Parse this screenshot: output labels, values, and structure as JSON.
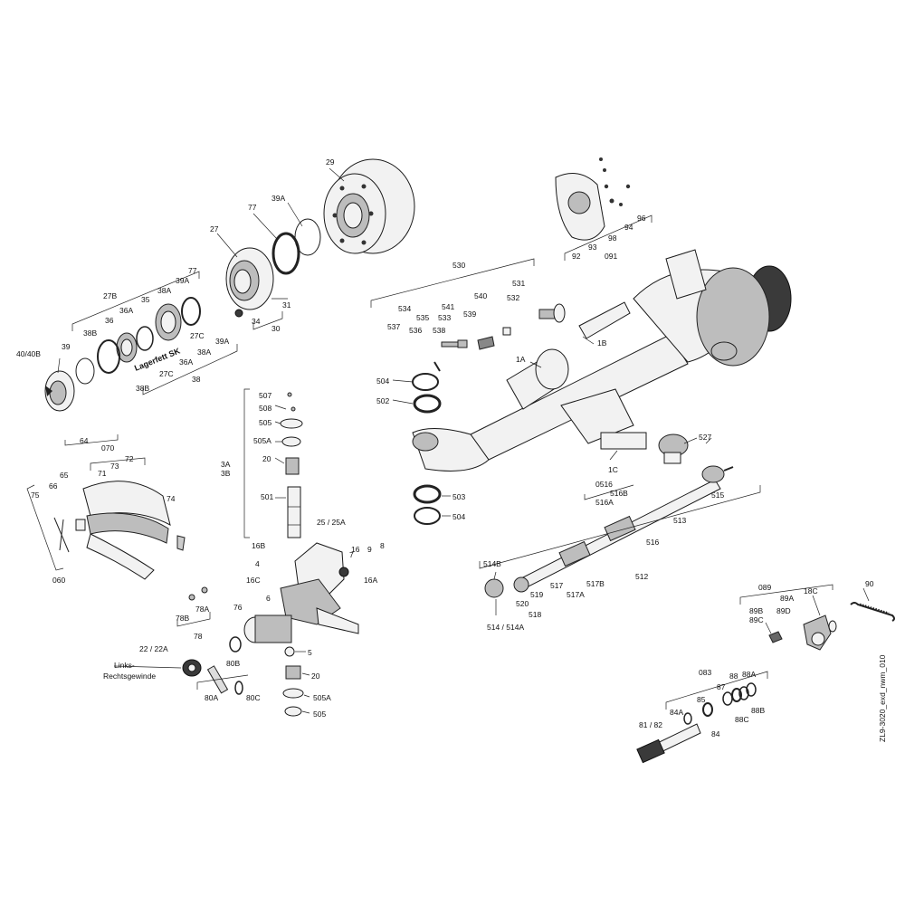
{
  "drawing_id": "ZL9-3020_exd_nwm_010",
  "notes": {
    "grease": "Lagerfett SK",
    "thread": "Links-\nRechtsgewinde"
  },
  "labels": {
    "p29": "29",
    "p39A_a": "39A",
    "p77_a": "77",
    "p27": "27",
    "p31": "31",
    "p34": "34",
    "p30": "30",
    "p27B": "27B",
    "p38A_a": "38A",
    "p39A_b": "39A",
    "p77_b": "77",
    "p36A_a": "36A",
    "p35": "35",
    "p36": "36",
    "p38B_a": "38B",
    "p39": "39",
    "p40_40B": "40/40B",
    "p27C_a": "27C",
    "p39A_c": "39A",
    "p38A_b": "38A",
    "p36A_b": "36A",
    "p27C_b": "27C",
    "p38": "38",
    "p38B_b": "38B",
    "p530": "530",
    "p531": "531",
    "p532": "532",
    "p540": "540",
    "p534": "534",
    "p541": "541",
    "p535": "535",
    "p533": "533",
    "p539": "539",
    "p537": "537",
    "p536": "536",
    "p538": "538",
    "p1B": "1B",
    "p1A": "1A",
    "p504_a": "504",
    "p502": "502",
    "p1C": "1C",
    "p527": "527",
    "p503": "503",
    "p504_b": "504",
    "p92": "92",
    "p93": "93",
    "p98": "98",
    "p091": "091",
    "p94": "94",
    "p96": "96",
    "p507": "507",
    "p508": "508",
    "p505_a": "505",
    "p505A_a": "505A",
    "p3A": "3A",
    "p3B": "3B",
    "p20_a": "20",
    "p501": "501",
    "p25_25A": "25 / 25A",
    "p16B": "16B",
    "p4": "4",
    "p16C": "16C",
    "p6": "6",
    "p76": "76",
    "p7": "7",
    "p16": "16",
    "p9": "9",
    "p8": "8",
    "p16A": "16A",
    "p5": "5",
    "p20_b": "20",
    "p505A_b": "505A",
    "p505_b": "505",
    "p80B": "80B",
    "p80A": "80A",
    "p80C": "80C",
    "p22_22A": "22 / 22A",
    "p64": "64",
    "p070": "070",
    "p72": "72",
    "p73": "73",
    "p65": "65",
    "p71": "71",
    "p66": "66",
    "p75": "75",
    "p74": "74",
    "p060": "060",
    "p78A": "78A",
    "p78B": "78B",
    "p78": "78",
    "p0516": "0516",
    "p516B": "516B",
    "p516A": "516A",
    "p515": "515",
    "p513": "513",
    "p516": "516",
    "p512": "512",
    "p514B": "514B",
    "p517": "517",
    "p517A": "517A",
    "p517B": "517B",
    "p519": "519",
    "p520": "520",
    "p518": "518",
    "p514_514A": "514 / 514A",
    "p089": "089",
    "p89A": "89A",
    "p18C": "18C",
    "p90": "90",
    "p89B": "89B",
    "p89D": "89D",
    "p89C": "89C",
    "p083": "083",
    "p88A": "88A",
    "p88": "88",
    "p87": "87",
    "p85": "85",
    "p84A": "84A",
    "p88B": "88B",
    "p88C": "88C",
    "p84": "84",
    "p81_82": "81 / 82"
  }
}
